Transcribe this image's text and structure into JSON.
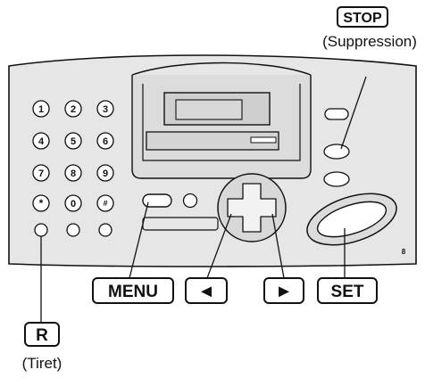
{
  "keypad": {
    "keys": [
      "1",
      "2",
      "3",
      "4",
      "5",
      "6",
      "7",
      "8",
      "9",
      "*",
      "0",
      "#"
    ]
  },
  "labels": {
    "stop_key": "STOP",
    "stop_caption": "(Suppression)",
    "menu_key": "MENU",
    "left_key": "◄",
    "right_key": "►",
    "set_key": "SET",
    "r_key": "R",
    "r_caption": "(Tiret)"
  },
  "panel": {
    "side_mark": "8"
  },
  "colors": {
    "panel_fill": "#e6e6e6",
    "outline": "#111111"
  }
}
